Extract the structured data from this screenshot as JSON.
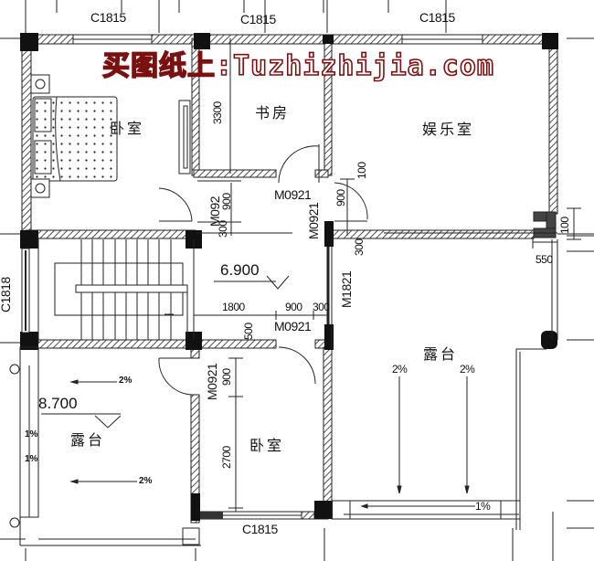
{
  "watermark": {
    "text": "买图纸上:Tuzhizhijia.com",
    "color": "#7a1010"
  },
  "windows": {
    "top_left": "C1815",
    "top_middle": "C1815",
    "top_right": "C1815",
    "left_stair": "C1818",
    "bottom": "C1815"
  },
  "doors": {
    "study_door": "M0921",
    "bedroom1_door": "M092",
    "entertainment_door": "M0921",
    "corridor_door": "M0921",
    "terrace_door": "M1821",
    "bedroom2_door": "M0921"
  },
  "rooms": {
    "bedroom_top": "卧室",
    "study": "书房",
    "entertainment": "娱乐室",
    "terrace_right": "露台",
    "terrace_left": "露台",
    "bedroom_bottom": "卧室"
  },
  "elevations": {
    "stair_landing": "6.900",
    "terrace_left": "8.700"
  },
  "dimensions": {
    "study_height": "3300",
    "bed1_door_900": "900",
    "bed1_door_300": "300",
    "ent_door_900": "900",
    "ent_door_100": "100",
    "ent_door_300": "300",
    "corridor_1800": "1800",
    "corridor_900": "900",
    "corridor_300": "300",
    "bed2_door_500": "500",
    "bed2_door_900": "900",
    "bed2_height": "2700",
    "right_offset": "550",
    "right_small": "100"
  },
  "slopes": {
    "left_top": "2%",
    "left_bottom": "2%",
    "left_edge_1": "1%",
    "left_edge_2": "1%",
    "right_a": "2%",
    "right_b": "2%",
    "right_gutter": "1%"
  }
}
